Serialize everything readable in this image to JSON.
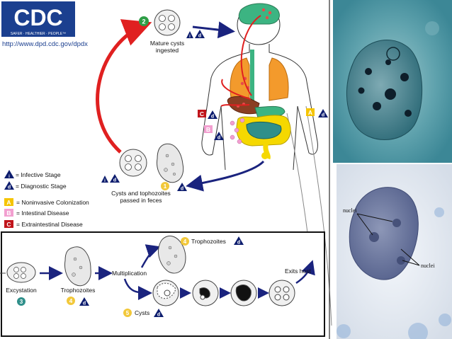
{
  "logo": {
    "wordmark": "CDC",
    "tagline": "SAFER · HEALTHIER · PEOPLE™",
    "url": "http://www.dpd.cdc.gov/dpdx",
    "brand_color": "#1b3f8f"
  },
  "lifecycle": {
    "step2": {
      "num": "2",
      "label_line1": "Mature cysts",
      "label_line2": "ingested",
      "tags": [
        "i",
        "d"
      ]
    },
    "step1": {
      "num": "1",
      "label_line1": "Cysts and tophozoites",
      "label_line2": "passed in feces",
      "tags": [
        "i",
        "d"
      ]
    },
    "markers": {
      "A": "A",
      "B": "B",
      "C": "C",
      "d": "d"
    }
  },
  "legend": {
    "items": [
      {
        "key": "i",
        "text": "= Infective Stage"
      },
      {
        "key": "d",
        "text": "= Diagnostic Stage"
      },
      {
        "key": "A",
        "text": "= Noninvasive Colonization"
      },
      {
        "key": "B",
        "text": "= Intestinal Disease"
      },
      {
        "key": "C",
        "text": "= Extraintestinal Disease"
      }
    ]
  },
  "inset": {
    "excystation": "Excystation",
    "step3": "3",
    "trophozoites": "Trophozoites",
    "step4": "4",
    "multiplication": "Multiplication",
    "trophozoites_top": "Trophozoites",
    "exits_host": "Exits host",
    "step5": "5",
    "cysts": "Cysts",
    "d": "d"
  },
  "micrograph": {
    "label_left": "nuclei",
    "label_right": "nuclei"
  },
  "colors": {
    "infective": "#0d1d6e",
    "noninvasive": "#f5c400",
    "intestinal": "#f29fd0",
    "extraintestinal": "#c0141b",
    "number_circle_yellow": "#f2c83a",
    "number_circle_green": "#2e9e46",
    "number_circle_teal": "#2f8f8a",
    "arrow_red": "#e02020",
    "arrow_blue": "#1a237e"
  }
}
